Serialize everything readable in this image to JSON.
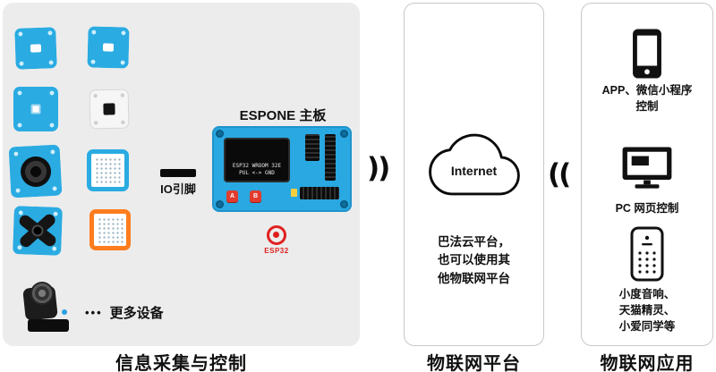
{
  "left_panel": {
    "title": "信息采集与控制",
    "io_pin_label": "IO引脚",
    "board_title": "ESPONE 主板",
    "board_screen_line1": "ESP32 WROOM 32E",
    "board_screen_line2": "PUL <-> GND",
    "button_a": "A",
    "button_b": "B",
    "esp32_logo": "ESP32",
    "more_devices_dots": "•••",
    "more_devices_label": "更多设备"
  },
  "signals": {
    "left": "))",
    "right": "(("
  },
  "middle_panel": {
    "title": "物联网平台",
    "cloud_label": "Internet",
    "description": "巴法云平台，\n也可以使用其\n他物联网平台"
  },
  "right_panel": {
    "title": "物联网应用",
    "items": [
      {
        "icon": "smartphone-icon",
        "label": "APP、微信小程序\n控制"
      },
      {
        "icon": "monitor-icon",
        "label": "PC 网页控制"
      },
      {
        "icon": "smart-speaker-icon",
        "label": "小度音响、\n天猫精灵、\n小爱同学等"
      }
    ]
  }
}
